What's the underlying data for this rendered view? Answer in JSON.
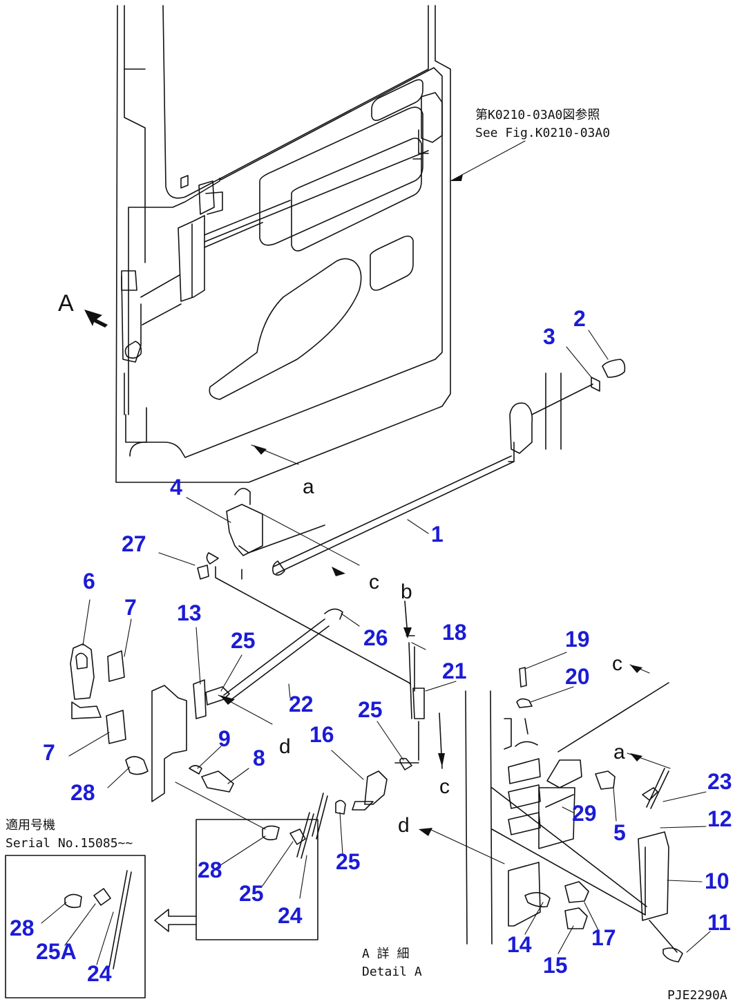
{
  "labels": {
    "view_a": "A",
    "see_fig_ja": "第K0210-03A0図参照",
    "see_fig_en": "See Fig.K0210-03A0",
    "detail_ja": "A 詳 細",
    "detail_en": "Detail A",
    "serial_ja": "適用号機",
    "serial_en": "Serial No.15085~~",
    "drawing_code": "PJE2290A"
  },
  "markers": {
    "a": "a",
    "b": "b",
    "c": "c",
    "d": "d"
  },
  "part_numbers": [
    "1",
    "2",
    "3",
    "4",
    "5",
    "6",
    "7",
    "8",
    "9",
    "10",
    "11",
    "12",
    "13",
    "14",
    "15",
    "16",
    "17",
    "18",
    "19",
    "20",
    "21",
    "22",
    "23",
    "24",
    "25",
    "26",
    "27",
    "28",
    "29",
    "25A"
  ],
  "callouts": [
    {
      "label": "1"
    },
    {
      "label": "2"
    },
    {
      "label": "3"
    },
    {
      "label": "4"
    },
    {
      "label": "27"
    },
    {
      "label": "6"
    },
    {
      "label": "7"
    },
    {
      "label": "13"
    },
    {
      "label": "25"
    },
    {
      "label": "26"
    },
    {
      "label": "18"
    },
    {
      "label": "19"
    },
    {
      "label": "21"
    },
    {
      "label": "20"
    },
    {
      "label": "22"
    },
    {
      "label": "25"
    },
    {
      "label": "9"
    },
    {
      "label": "16"
    },
    {
      "label": "7"
    },
    {
      "label": "8"
    },
    {
      "label": "23"
    },
    {
      "label": "28"
    },
    {
      "label": "29"
    },
    {
      "label": "12"
    },
    {
      "label": "5"
    },
    {
      "label": "28"
    },
    {
      "label": "25"
    },
    {
      "label": "25"
    },
    {
      "label": "10"
    },
    {
      "label": "24"
    },
    {
      "label": "11"
    },
    {
      "label": "28"
    },
    {
      "label": "14"
    },
    {
      "label": "17"
    },
    {
      "label": "25A"
    },
    {
      "label": "15"
    },
    {
      "label": "24"
    }
  ],
  "colors": {
    "callout": "#1b1bd6",
    "line": "#111111",
    "background": "#ffffff"
  }
}
